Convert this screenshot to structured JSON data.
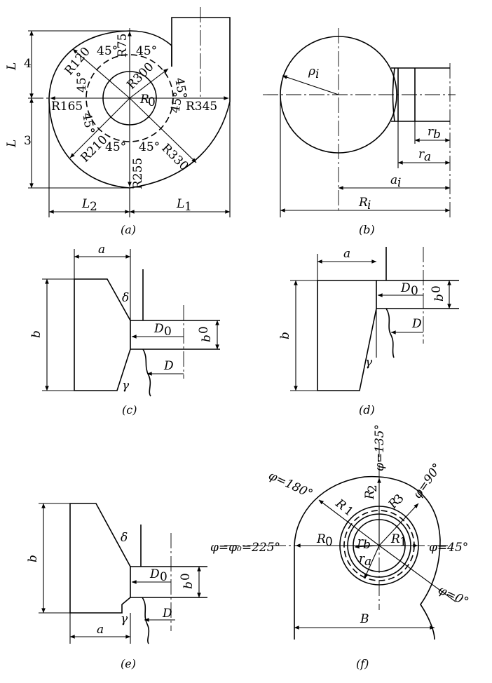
{
  "captions": {
    "a": "(a)",
    "b": "(b)",
    "c": "(c)",
    "d": "(d)",
    "e": "(e)",
    "f": "(f)"
  },
  "a": {
    "L4": "L",
    "L4sub": "4",
    "L3": "L",
    "L3sub": "3",
    "L2": "L",
    "L2sub": "2",
    "L1": "L",
    "L1sub": "1",
    "R75": "R75",
    "R120": "R120",
    "R165": "R165",
    "R210": "R210",
    "R255": "R255",
    "R300": "R300",
    "R345": "R345",
    "R330": "R330",
    "R0": "R",
    "R0sub": "0",
    "ang": "45°"
  },
  "b": {
    "rho": "ρ",
    "rhosub": "i",
    "rb": "r",
    "rbsub": "b",
    "ra": "r",
    "rasub": "a",
    "ai": "a",
    "aisub": "i",
    "Ri": "R",
    "Risub": "i"
  },
  "c": {
    "a": "a",
    "b": "b",
    "delta": "δ",
    "gamma": "γ",
    "D0": "D",
    "D0sub": "0",
    "b0": "b",
    "b0sub": "0",
    "D": "D"
  },
  "d": {
    "a": "a",
    "b": "b",
    "gamma": "γ",
    "D0": "D",
    "D0sub": "0",
    "b0": "b",
    "b0sub": "0",
    "D": "D"
  },
  "e": {
    "a": "a",
    "b": "b",
    "delta": "δ",
    "gamma": "γ",
    "D0": "D",
    "D0sub": "0",
    "b0": "b",
    "b0sub": "0",
    "D": "D"
  },
  "f": {
    "phi135": "φ=135°",
    "phi180": "φ=180°",
    "phi90": "φ=90°",
    "phi225": "φ=φ₀=225°",
    "phi45": "φ=45°",
    "phi0": "φ=0°",
    "R0": "R",
    "R0sub": "0",
    "R1": "R",
    "R1sub": "1",
    "R1b": "R",
    "R1bsub": "1",
    "R2": "R",
    "R2sub": "2",
    "R3": "R",
    "R3sub": "3",
    "rb": "r",
    "rbsub": "b",
    "ra": "r",
    "rasub": "a",
    "B": "B"
  }
}
